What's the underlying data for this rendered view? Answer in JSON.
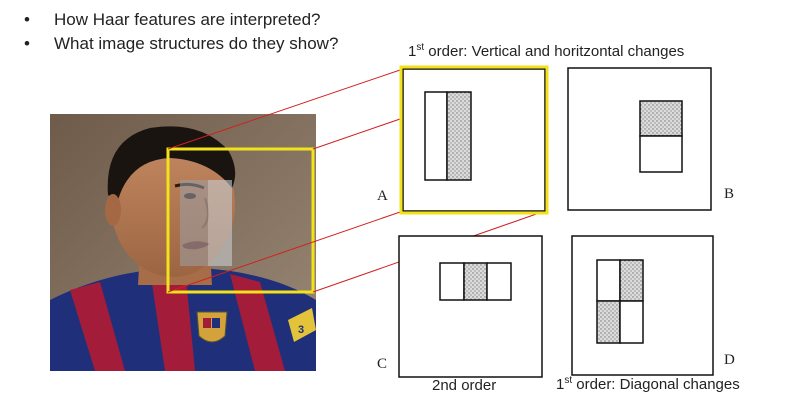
{
  "bullets": [
    "How Haar features are interpreted?",
    "What image structures do they show?"
  ],
  "captions": {
    "top_prefix": "1",
    "top_sup": "st",
    "top_rest": " order: Vertical and horitzontal changes",
    "bottom_mid": "2nd order",
    "bottom_right_prefix": "1",
    "bottom_right_sup": "st",
    "bottom_right_rest": " order: Diagonal changes"
  },
  "panel_letters": {
    "a": "A",
    "b": "B",
    "c": "C",
    "d": "D"
  },
  "colors": {
    "highlight": "#f2e21a",
    "connector": "#d02020",
    "panel_border": "#111111",
    "shaded_fill": "#c9c9c9"
  },
  "photo": {
    "description_icon": "soccer-player-face-photo"
  }
}
